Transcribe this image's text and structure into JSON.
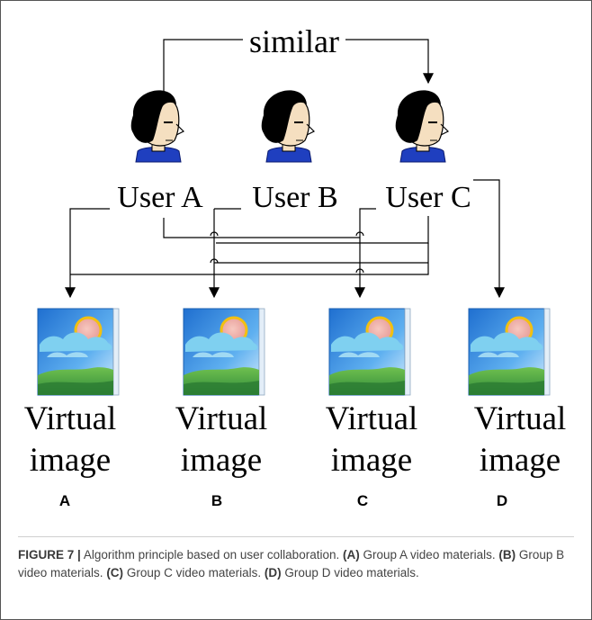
{
  "diagram": {
    "relation_label": "similar",
    "users": [
      {
        "label": "User A"
      },
      {
        "label": "User B"
      },
      {
        "label": "User C"
      }
    ],
    "images": [
      {
        "line1": "Virtual",
        "line2": "image",
        "panel": "A"
      },
      {
        "line1": "Virtual",
        "line2": "image",
        "panel": "B"
      },
      {
        "line1": "Virtual",
        "line2": "image",
        "panel": "C"
      },
      {
        "line1": "Virtual",
        "line2": "image",
        "panel": "D"
      }
    ],
    "colors": {
      "line": "#000000",
      "skin": "#f5dfc0",
      "hair": "#000000",
      "shirt": "#1f3fbf",
      "sky": "#3f8fe0",
      "cloud": "#7fd0f0",
      "sun": "#f2c010",
      "grass": "#3fa040"
    }
  },
  "caption": {
    "figure_label": "FIGURE 7 |",
    "text": "Algorithm principle based on user collaboration.",
    "items": [
      {
        "tag": "(A)",
        "text": "Group A video materials."
      },
      {
        "tag": "(B)",
        "text": "Group B video materials."
      },
      {
        "tag": "(C)",
        "text": "Group C video materials."
      },
      {
        "tag": "(D)",
        "text": "Group D video materials."
      }
    ]
  }
}
